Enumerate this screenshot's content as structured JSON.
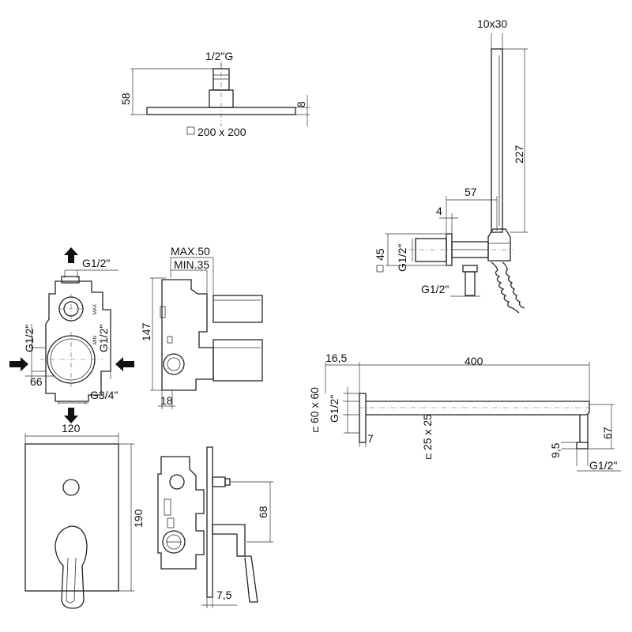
{
  "head_shower": {
    "thread": "1/2\"G",
    "height": "58",
    "thickness": "8",
    "size": "200 x 200"
  },
  "hand_shower": {
    "section": "10x30",
    "length": "227",
    "projection": "57",
    "plate_depth": "4",
    "plate": "45",
    "thread_outlet": "G1/2\"",
    "thread_inlet": "G1/2\""
  },
  "mixer_body": {
    "top_port": "G1/2\"",
    "left_port": "G1/2\"",
    "right_port": "G1/2\"",
    "bottom_port": "G3/4\"",
    "offset": "66",
    "max_label": "MAX",
    "min_label": "MIN"
  },
  "mixer_side": {
    "max_depth": "MAX.50",
    "min_depth": "MIN.35",
    "height": "147",
    "wall": "18"
  },
  "faceplate": {
    "width": "120",
    "height": "190"
  },
  "mixer_profile": {
    "height": "68",
    "plate": "7,5"
  },
  "shower_arm": {
    "flange": "16,5",
    "length": "400",
    "rosette": "60 x 60",
    "thread": "G1/2\"",
    "plate": "7",
    "section": "25 x 25",
    "drop": "67",
    "offset": "9,5",
    "outlet_thread": "G1/2\""
  },
  "icons": {
    "square_symbol": "□",
    "rect_symbol": "⊏"
  }
}
